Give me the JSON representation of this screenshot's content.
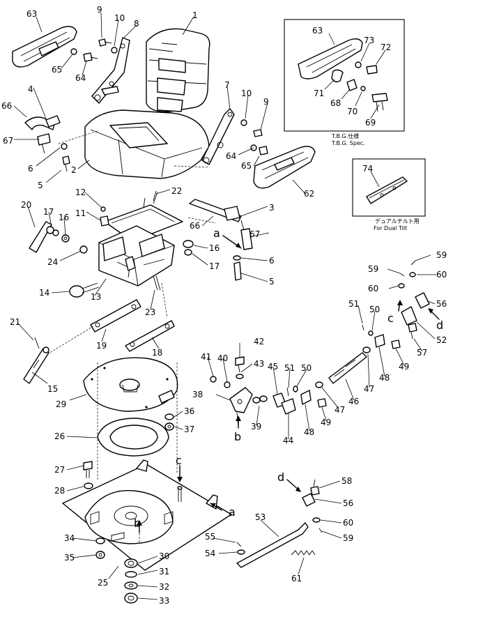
{
  "parts": [
    {
      "num": "63"
    },
    {
      "num": "9"
    },
    {
      "num": "10"
    },
    {
      "num": "8"
    },
    {
      "num": "1"
    },
    {
      "num": "65"
    },
    {
      "num": "64"
    },
    {
      "num": "4"
    },
    {
      "num": "66"
    },
    {
      "num": "67"
    },
    {
      "num": "6"
    },
    {
      "num": "5"
    },
    {
      "num": "2"
    },
    {
      "num": "7"
    },
    {
      "num": "10"
    },
    {
      "num": "9"
    },
    {
      "num": "64"
    },
    {
      "num": "65"
    },
    {
      "num": "62"
    },
    {
      "num": "22"
    },
    {
      "num": "12"
    },
    {
      "num": "11"
    },
    {
      "num": "3"
    },
    {
      "num": "20"
    },
    {
      "num": "17"
    },
    {
      "num": "16"
    },
    {
      "num": "66"
    },
    {
      "num": "67"
    },
    {
      "num": "16"
    },
    {
      "num": "17"
    },
    {
      "num": "6"
    },
    {
      "num": "5"
    },
    {
      "num": "24"
    },
    {
      "num": "14"
    },
    {
      "num": "13"
    },
    {
      "num": "23"
    },
    {
      "num": "21"
    },
    {
      "num": "19"
    },
    {
      "num": "18"
    },
    {
      "num": "15"
    },
    {
      "num": "29"
    },
    {
      "num": "26"
    },
    {
      "num": "36"
    },
    {
      "num": "37"
    },
    {
      "num": "27"
    },
    {
      "num": "28"
    },
    {
      "num": "34"
    },
    {
      "num": "35"
    },
    {
      "num": "25"
    },
    {
      "num": "30"
    },
    {
      "num": "31"
    },
    {
      "num": "32"
    },
    {
      "num": "33"
    },
    {
      "num": "63"
    },
    {
      "num": "73"
    },
    {
      "num": "72"
    },
    {
      "num": "71"
    },
    {
      "num": "68"
    },
    {
      "num": "70"
    },
    {
      "num": "69"
    },
    {
      "num": "74"
    },
    {
      "num": "59"
    },
    {
      "num": "59"
    },
    {
      "num": "60"
    },
    {
      "num": "60"
    },
    {
      "num": "56"
    },
    {
      "num": "51"
    },
    {
      "num": "50"
    },
    {
      "num": "52"
    },
    {
      "num": "57"
    },
    {
      "num": "42"
    },
    {
      "num": "41"
    },
    {
      "num": "40"
    },
    {
      "num": "43"
    },
    {
      "num": "45"
    },
    {
      "num": "51"
    },
    {
      "num": "50"
    },
    {
      "num": "47"
    },
    {
      "num": "46"
    },
    {
      "num": "47"
    },
    {
      "num": "48"
    },
    {
      "num": "49"
    },
    {
      "num": "38"
    },
    {
      "num": "39"
    },
    {
      "num": "44"
    },
    {
      "num": "48"
    },
    {
      "num": "49"
    },
    {
      "num": "58"
    },
    {
      "num": "56"
    },
    {
      "num": "60"
    },
    {
      "num": "59"
    },
    {
      "num": "53"
    },
    {
      "num": "55"
    },
    {
      "num": "54"
    },
    {
      "num": "61"
    }
  ],
  "refs": [
    {
      "letter": "a"
    },
    {
      "letter": "a"
    },
    {
      "letter": "b"
    },
    {
      "letter": "b"
    },
    {
      "letter": "c"
    },
    {
      "letter": "c"
    },
    {
      "letter": "d"
    },
    {
      "letter": "d"
    }
  ],
  "insets": {
    "tbg_jp": "T.B.G.仕様",
    "tbg_en": "T.B.G. Spec.",
    "dual_jp": "デュアルチルト用",
    "dual_en": "For Dual Tilt"
  }
}
